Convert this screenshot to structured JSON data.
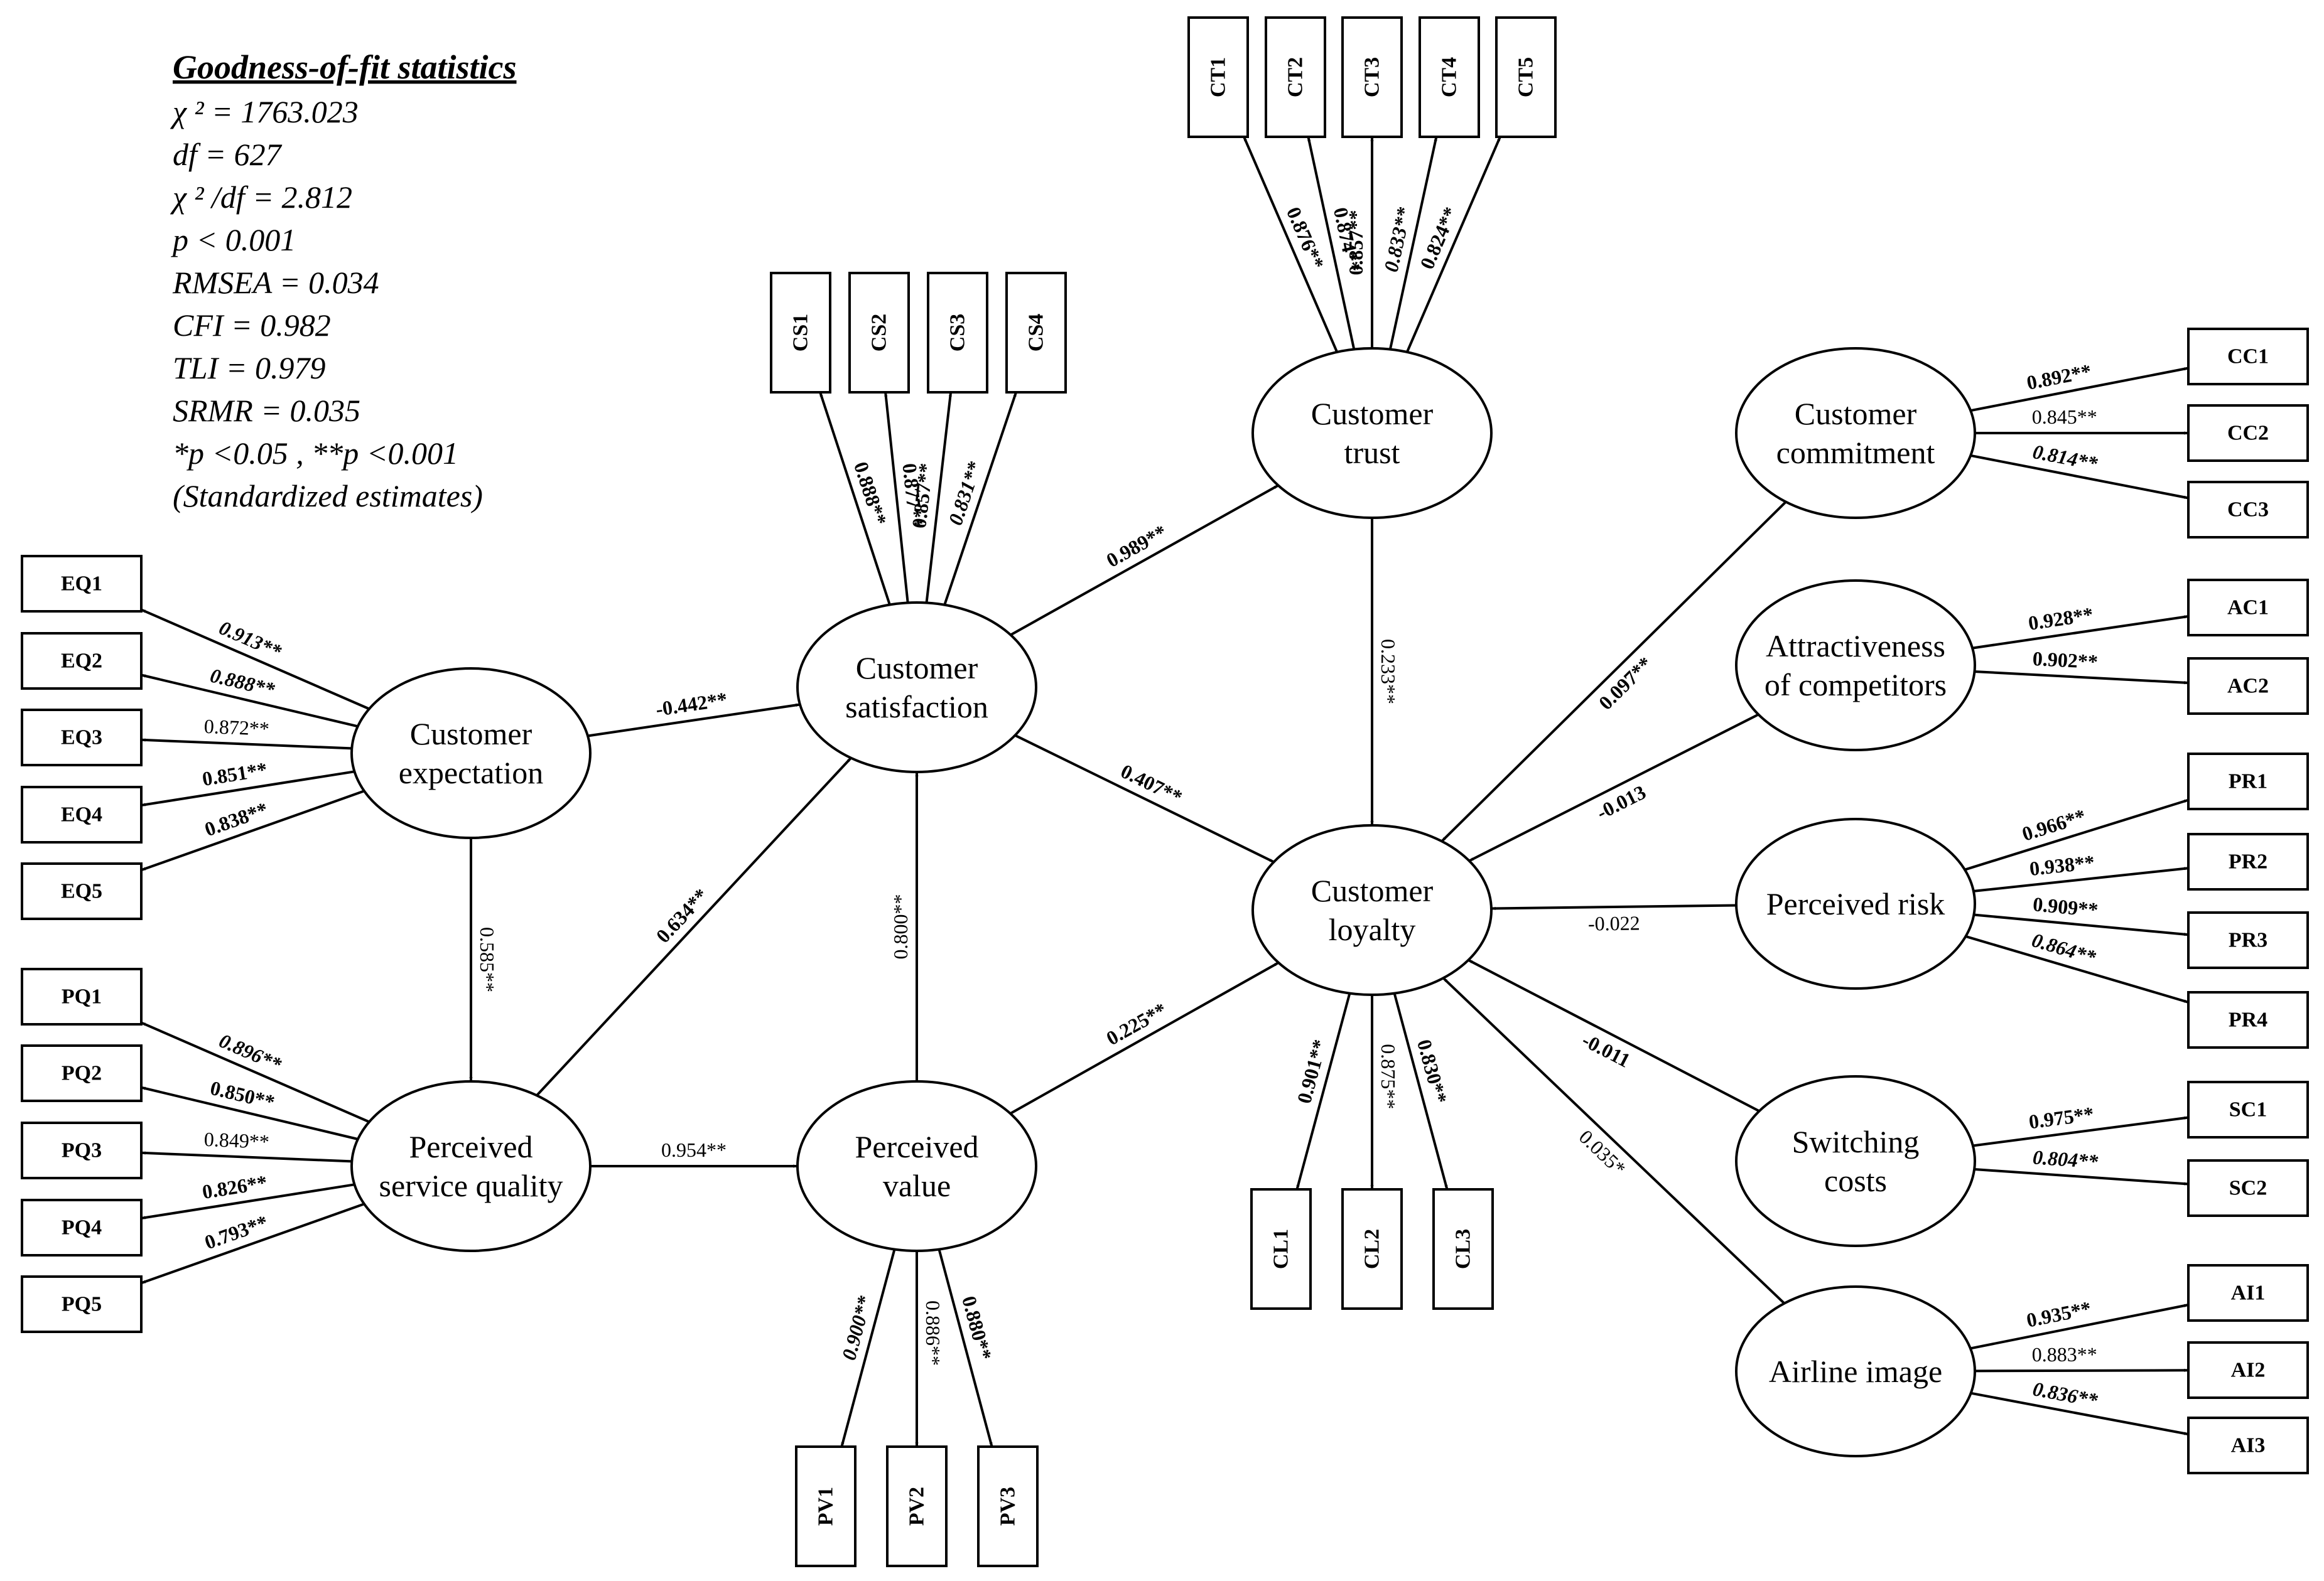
{
  "stats": {
    "title": "Goodness-of-fit statistics",
    "lines": [
      "χ ² = 1763.023",
      "df = 627",
      "χ ² /df = 2.812",
      "p < 0.001",
      "RMSEA = 0.034",
      "CFI = 0.982",
      "TLI = 0.979",
      "SRMR = 0.035",
      "*p <0.05 , **p <0.001",
      "(Standardized estimates)"
    ]
  },
  "latents": {
    "CE": [
      "Customer",
      "expectation"
    ],
    "PSQ": [
      "Perceived",
      "service quality"
    ],
    "CS": [
      "Customer",
      "satisfaction"
    ],
    "PV": [
      "Perceived",
      "value"
    ],
    "CT": [
      "Customer",
      "trust"
    ],
    "CL": [
      "Customer",
      "loyalty"
    ],
    "CC": [
      "Customer",
      "commitment"
    ],
    "AC": [
      "Attractiveness",
      "of competitors"
    ],
    "PR": [
      "Perceived risk"
    ],
    "SC": [
      "Switching",
      "costs"
    ],
    "AI": [
      "Airline image"
    ]
  },
  "indicators": [
    "EQ1",
    "EQ2",
    "EQ3",
    "EQ4",
    "EQ5",
    "PQ1",
    "PQ2",
    "PQ3",
    "PQ4",
    "PQ5",
    "CS1",
    "CS2",
    "CS3",
    "CS4",
    "CT1",
    "CT2",
    "CT3",
    "CT4",
    "CT5",
    "PV1",
    "PV2",
    "PV3",
    "CL1",
    "CL2",
    "CL3",
    "CC1",
    "CC2",
    "CC3",
    "AC1",
    "AC2",
    "PR1",
    "PR2",
    "PR3",
    "PR4",
    "SC1",
    "SC2",
    "AI1",
    "AI2",
    "AI3"
  ],
  "loadings": {
    "EQ1": "0.913**",
    "EQ2": "0.888**",
    "EQ3": "0.872**",
    "EQ4": "0.851**",
    "EQ5": "0.838**",
    "PQ1": "0.896**",
    "PQ2": "0.850**",
    "PQ3": "0.849**",
    "PQ4": "0.826**",
    "PQ5": "0.793**",
    "CS1": "0.888**",
    "CS2": "0.877**",
    "CS3": "0.857**",
    "CS4": "0.831**",
    "CT1": "0.876**",
    "CT2": "0.874**",
    "CT3": "0.857**",
    "CT4": "0.833**",
    "CT5": "0.824**",
    "PV1": "0.900**",
    "PV2": "0.886**",
    "PV3": "0.880**",
    "CL1": "0.901**",
    "CL2": "0.875**",
    "CL3": "0.830**",
    "CC1": "0.892**",
    "CC2": "0.845**",
    "CC3": "0.814**",
    "AC1": "0.928**",
    "AC2": "0.902**",
    "PR1": "0.966**",
    "PR2": "0.938**",
    "PR3": "0.909**",
    "PR4": "0.864**",
    "SC1": "0.975**",
    "SC2": "0.804**",
    "AI1": "0.935**",
    "AI2": "0.883**",
    "AI3": "0.836**"
  },
  "paths": {
    "CE_CS": "-0.442**",
    "CE_PSQ": "0.585**",
    "PSQ_CS": "0.634**",
    "PSQ_PV": "0.954**",
    "PV_CS": "0.800**",
    "CS_CT": "0.989**",
    "CS_CL": "0.407**",
    "PV_CL": "0.225**",
    "CT_CL": "0.233**",
    "CC_CL": "0.097**",
    "AC_CL": "-0.013",
    "PR_CL": "-0.022",
    "SC_CL": "-0.011",
    "AI_CL": "0.035*"
  }
}
